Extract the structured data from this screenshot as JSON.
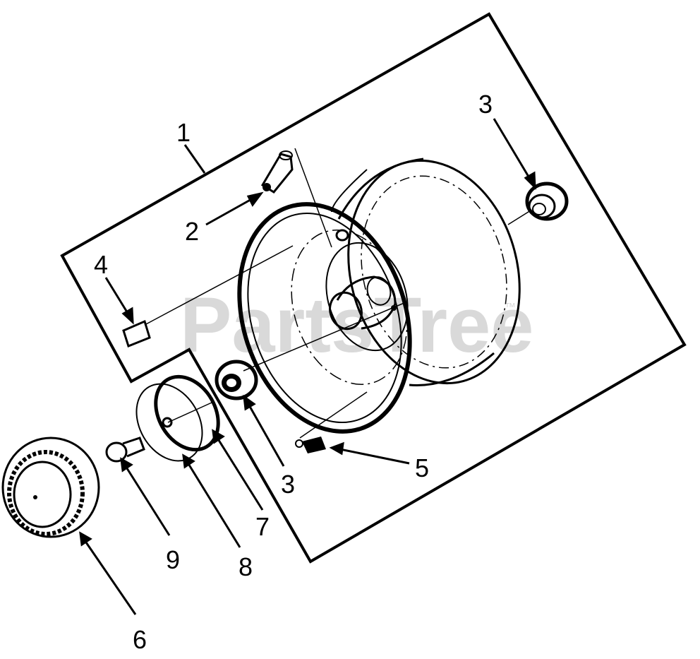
{
  "watermark": "PartsTree",
  "watermark_tm": "™",
  "callouts": {
    "c1": "1",
    "c2": "2",
    "c3a": "3",
    "c3b": "3",
    "c4": "4",
    "c5": "5",
    "c6": "6",
    "c7": "7",
    "c8": "8",
    "c9": "9"
  },
  "colors": {
    "ink": "#000000",
    "watermark": "#d9d9d9",
    "background": "#ffffff"
  }
}
